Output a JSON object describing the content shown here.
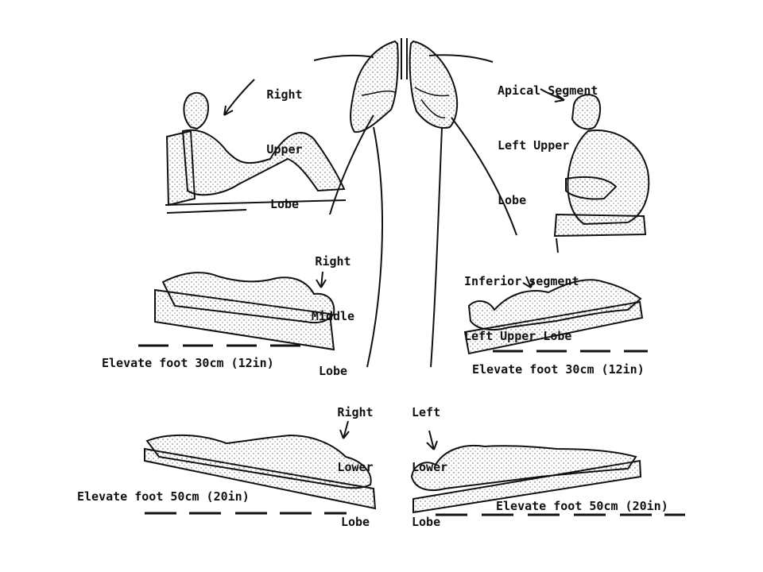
{
  "labels": {
    "right_upper_lobe": [
      "Right",
      "Upper",
      "Lobe"
    ],
    "apical_segment": [
      "Apical Segment",
      "Left Upper",
      "Lobe"
    ],
    "right_middle_lobe": [
      "Right",
      "Middle",
      "Lobe"
    ],
    "inferior_segment": [
      "Inferior segment",
      "Left Upper Lobe"
    ],
    "right_lower_lobe": [
      "Right",
      "Lower",
      "Lobe"
    ],
    "left_lower_lobe": [
      "Left",
      "Lower",
      "Lobe"
    ],
    "elevate_30_left": "Elevate foot 30cm (12in)",
    "elevate_30_right": "Elevate foot 30cm (12in)",
    "elevate_50_left": "Elevate foot 50cm (20in)",
    "elevate_50_right": "Elevate foot 50cm (20in)"
  },
  "colors": {
    "ink": "#111111",
    "background": "#ffffff",
    "stipple": "#555555"
  }
}
